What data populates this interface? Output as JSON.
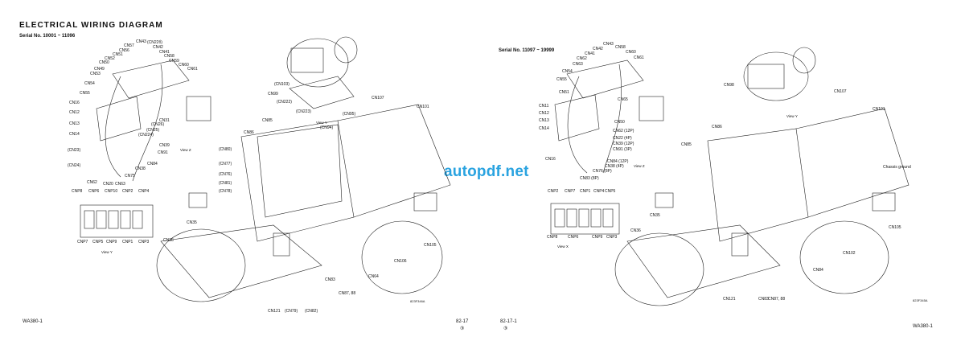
{
  "left": {
    "title": "ELECTRICAL WIRING DIAGRAM",
    "serial": "Serial No. 10001 ~ 11096",
    "labels": [
      "CN43",
      "CN57",
      "(CN22б)",
      "CN56",
      "CN42",
      "CN52",
      "CN41",
      "CN51",
      "CN58",
      "CN50",
      "CN59",
      "CN49",
      "CN60",
      "CN53",
      "CN61",
      "CN54",
      "CN55",
      "CN16",
      "CN12",
      "CN13",
      "CN14",
      "(CN23)",
      "(CN24)",
      "CN31",
      "(CN26)",
      "(CN25)",
      "(CN224)",
      "CN39",
      "CN91",
      "CN84",
      "CN38",
      "CN62",
      "CN20",
      "CN63",
      "CN75",
      "CNP8",
      "CNP6",
      "CNP10",
      "CNP2",
      "CNP4",
      "CNP7",
      "CNP5",
      "CNP9",
      "CNP1",
      "CNP3",
      "CN35",
      "CN36",
      "(CN103)",
      "CN99",
      "(CN222)",
      "(CN223)",
      "(CN95)",
      "CN107",
      "CN101",
      "CN85",
      "CN86",
      "(CN94)",
      "(CN80)",
      "(CN77)",
      "(CN76)",
      "(CN81)",
      "(CN78)",
      "CN105",
      "CN106",
      "CN64",
      "CN83",
      "CN87, 88",
      "CN121",
      "(CN79)",
      "(CN82)"
    ],
    "views": [
      "View Z",
      "View Y",
      "View Y"
    ],
    "figure_code": "823F346A",
    "footer_model": "WA380-1",
    "page_number": "82-17",
    "page_mark": "③"
  },
  "right": {
    "serial": "Serial No. 11097 ~ 19999",
    "labels": [
      "CN43",
      "CN42",
      "CN58",
      "CN41",
      "CN60",
      "CN62",
      "CN63",
      "CN61",
      "CN54",
      "CN55",
      "CN51",
      "CN11",
      "CN12",
      "CN13",
      "CN14",
      "CN16",
      "CN65",
      "CN50",
      "CN62 (12P)",
      "CN22 (4P)",
      "CN39 (12P)",
      "CN91 (3P)",
      "CN84 (12P)",
      "CN38 (4P)",
      "CN76 (8P)",
      "CN83 (8P)",
      "CNP2",
      "CNP7",
      "CNP1",
      "CNP4",
      "CNP5",
      "CNP8",
      "CNP6",
      "CNP9",
      "CNP3",
      "CN98",
      "CN107",
      "CN101",
      "CN86",
      "CN85",
      "Chassis ground",
      "CN35",
      "CN36",
      "CN105",
      "CN102",
      "CN84",
      "CN83",
      "CN87, 88",
      "CN121"
    ],
    "views": [
      "View X",
      "View Z",
      "View Y"
    ],
    "figure_code": "823F345A",
    "footer_model": "WA380-1",
    "page_number": "82-17-1",
    "page_mark": "③"
  },
  "watermark": "autopdf.net"
}
